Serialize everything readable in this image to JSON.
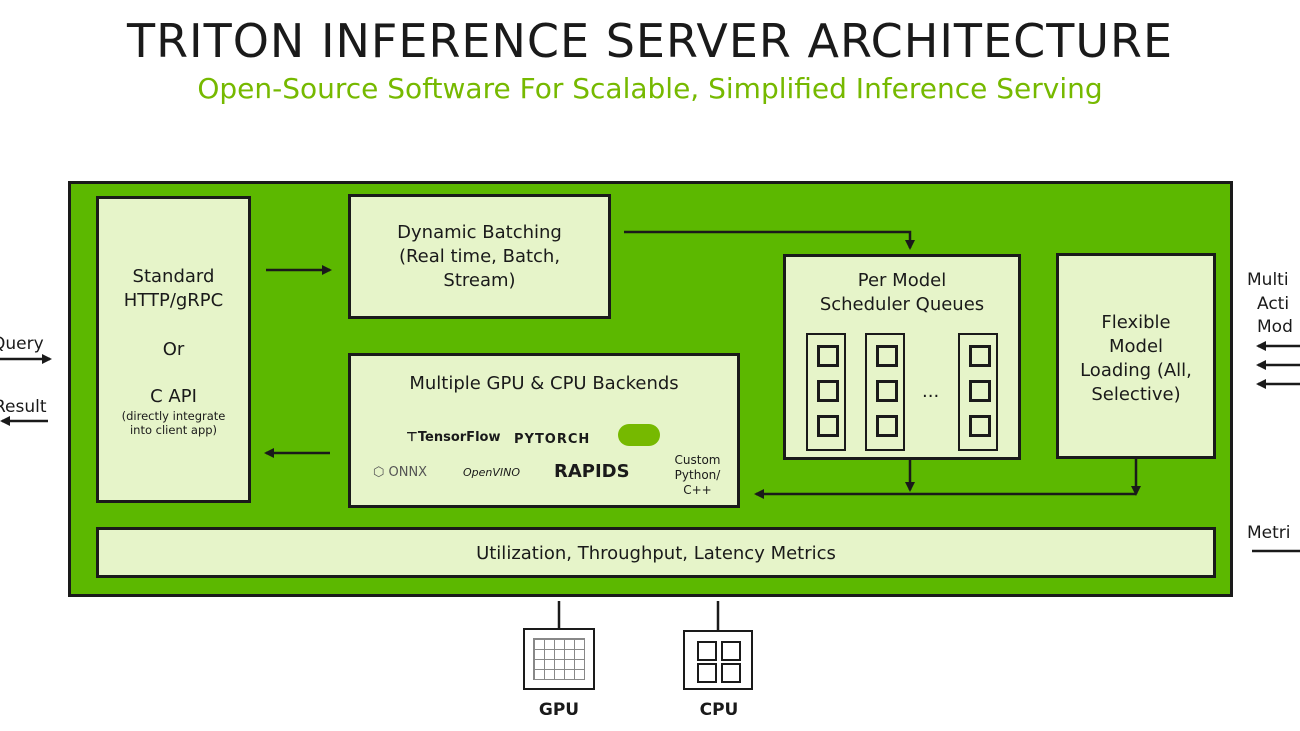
{
  "title": "TRITON INFERENCE SERVER ARCHITECTURE",
  "subtitle": "Open-Source Software For Scalable, Simplified Inference Serving",
  "api_box": {
    "line1": "Standard",
    "line2": "HTTP/gRPC",
    "line3": "Or",
    "line4": "C API",
    "note1": "(directly integrate",
    "note2": "into client app)"
  },
  "batching_box": {
    "line1": "Dynamic Batching",
    "line2": "(Real time, Batch,",
    "line3": "Stream)"
  },
  "backends_box": {
    "title": "Multiple GPU & CPU Backends",
    "logos": {
      "tensorflow": "TensorFlow",
      "pytorch": "PYTORCH",
      "onnx": "ONNX",
      "openvino": "OpenVINO",
      "rapids": "RAPIDS",
      "custom1": "Custom",
      "custom2": "Python/",
      "custom3": "C++"
    }
  },
  "scheduler_box": {
    "line1": "Per Model",
    "line2": "Scheduler Queues",
    "ellipsis": "..."
  },
  "loading_box": {
    "line1": "Flexible",
    "line2": "Model",
    "line3": "Loading (All,",
    "line4": "Selective)"
  },
  "metrics_box": {
    "label": "Utilization, Throughput, Latency Metrics"
  },
  "left_labels": {
    "query": "Query",
    "result": "Result"
  },
  "right_labels": {
    "multi1": "Multi",
    "multi2": "Acti",
    "multi3": "Mod",
    "metrics": "Metri"
  },
  "hardware": {
    "gpu": "GPU",
    "cpu": "CPU"
  },
  "colors": {
    "server_green": "#5cb800",
    "box_fill": "#e6f4c9",
    "subtitle_green": "#76b900"
  }
}
